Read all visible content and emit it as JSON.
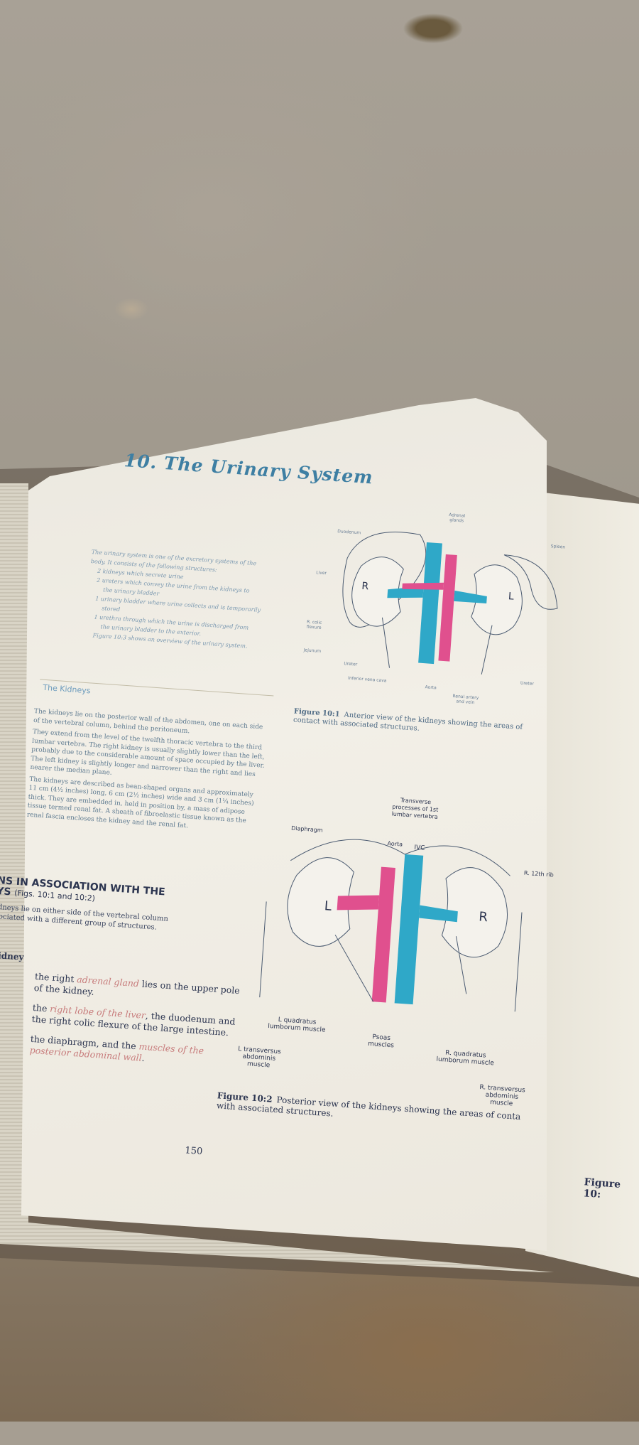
{
  "book": {
    "chapter_title": "10. The Urinary System",
    "intro_lines": [
      "The urinary system is one of the excretory systems of the",
      "body. It consists of the following structures:",
      "2 kidneys which secrete urine",
      "2 ureters which convey the urine from the kidneys to",
      "the urinary bladder",
      "1 urinary bladder where urine collects and is temporarily",
      "stored",
      "1 urethra through which the urine is discharged from",
      "the urinary bladder to the exterior.",
      "Figure 10:3 shows an overview of the urinary system."
    ],
    "section_heading": "The Kidneys",
    "kidney_paragraphs": [
      "The kidneys lie on the posterior wall of the abdomen, one on each side of the vertebral column, behind the peritoneum.",
      "They extend from the level of the twelfth thoracic vertebra to the third lumbar vertebra. The right kidney is usually slightly lower than the left, probably due to the considerable amount of space occupied by the liver. The left kidney is slightly longer and narrower than the right and lies nearer the median plane.",
      "The kidneys are described as bean-shaped organs and approximately 11 cm (4½ inches) long, 6 cm (2½ inches) wide and 3 cm (1¼ inches) thick. They are embedded in, held in position by, a mass of adipose tissue termed renal fat. A sheath of fibroelastic tissue known as the renal fascia encloses the kidney and the renal fat."
    ],
    "association_heading_1": "NS IN ASSOCIATION WITH THE",
    "association_heading_2": "YS",
    "association_heading_figs": "(Figs. 10:1 and 10:2)",
    "association_line_1": "idneys lie on either side of the vertebral column",
    "association_line_2": "sociated with a different group of structures.",
    "kidney_label": "kidney",
    "kidney_items": [
      {
        "pre": "the right ",
        "em": "adrenal gland",
        "post": " lies on the upper pole of the kidney."
      },
      {
        "pre": "the ",
        "em": "right lobe of the liver",
        "post": ", the duodenum and the right colic flexure of the large intestine."
      },
      {
        "pre": "the diaphragm, and the ",
        "em": "muscles of the posterior abdominal wall",
        "post": "."
      }
    ],
    "page_number": "150",
    "right_page_caption": "Figure 10:"
  },
  "figure1": {
    "caption_num": "Figure 10:1",
    "caption_text": "Anterior view of the kidneys showing the areas of contact with associated structures.",
    "labels": {
      "adrenal": "Adrenal glands",
      "duodenum": "Duodenum",
      "liver": "Liver",
      "colic": "R. colic flexure",
      "jejunum": "Jejunum",
      "spleen": "Spleen",
      "ureter_l": "Ureter",
      "ureter_r": "Ureter",
      "ivc": "Inferior vena cava",
      "aorta": "Aorta",
      "renal": "Renal artery and vein",
      "R": "R",
      "L": "L"
    }
  },
  "figure2": {
    "caption_num": "Figure 10:2",
    "caption_text": "Posterior view of the kidneys showing the areas of conta with associated structures.",
    "labels": {
      "transverse": "Transverse processes of 1st lumbar vertebra",
      "diaphragm": "Diaphragm",
      "aorta": "Aorta",
      "ivc": "IVC",
      "rib": "R. 12th rib",
      "L": "L",
      "R": "R",
      "l_quad": "L quadratus lumborum muscle",
      "psoas": "Psoas muscles",
      "r_quad": "R. quadratus lumborum muscle",
      "l_trans": "L transversus abdominis muscle",
      "r_trans": "R. transversus abdominis muscle"
    }
  },
  "colors": {
    "vessel_blue": "#2fa8c8",
    "vessel_pink": "#e0508e",
    "title_blue": "#3e7fa3"
  }
}
